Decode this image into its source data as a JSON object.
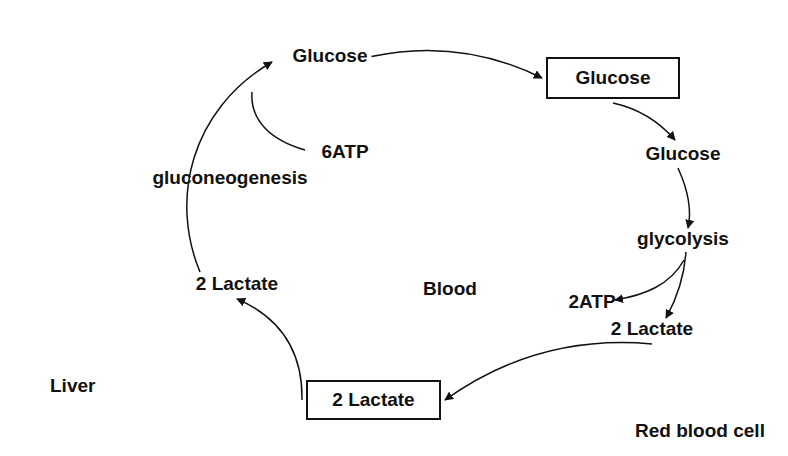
{
  "diagram": {
    "nodes": [
      {
        "text": [
          "Liver",
          "Glucose",
          "gluconeogenesis",
          "6ATP",
          "2 Lactate"
        ]
      },
      {
        "text": [
          "Glucose"
        ]
      },
      {
        "text": [
          "Glucose",
          "glycolysis",
          "2ATP",
          "2 Lactate",
          "Red blood cell"
        ]
      },
      {
        "text": [
          "2 Lactate"
        ]
      }
    ],
    "edges": [
      {
        "from": 0,
        "to": 1,
        "arrow": "to"
      },
      {
        "from": 1,
        "to": 2,
        "arrow": "to"
      },
      {
        "from": 2,
        "to": 3,
        "arrow": "to"
      },
      {
        "from": 3,
        "to": 0,
        "arrow": "to"
      }
    ],
    "labels": [
      "Blood"
    ]
  }
}
